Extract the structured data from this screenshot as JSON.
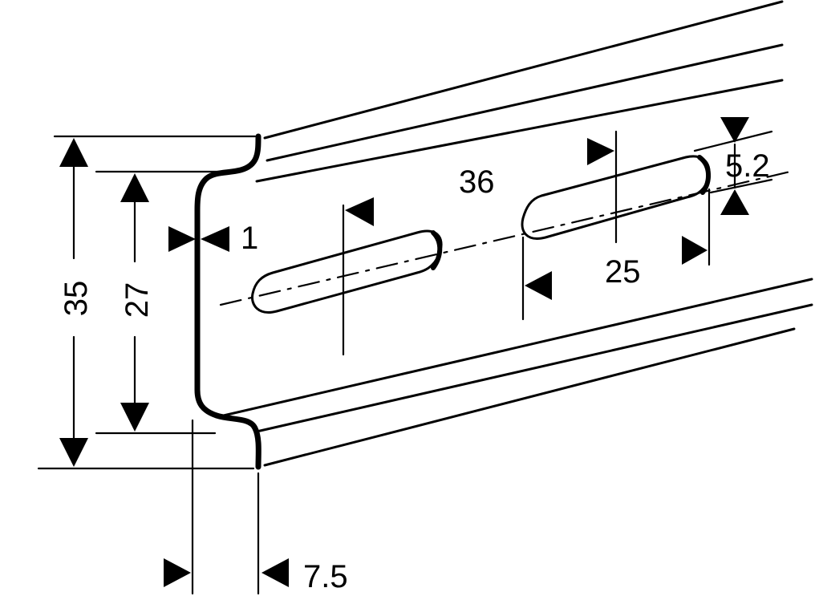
{
  "diagram": {
    "labels": {
      "height_total": "35",
      "height_inner": "27",
      "thickness": "1",
      "hole_pitch": "36",
      "slot_width": "5.2",
      "slot_length": "25",
      "flange_depth": "7.5"
    },
    "colors": {
      "line": "#000000",
      "background": "#ffffff"
    }
  }
}
